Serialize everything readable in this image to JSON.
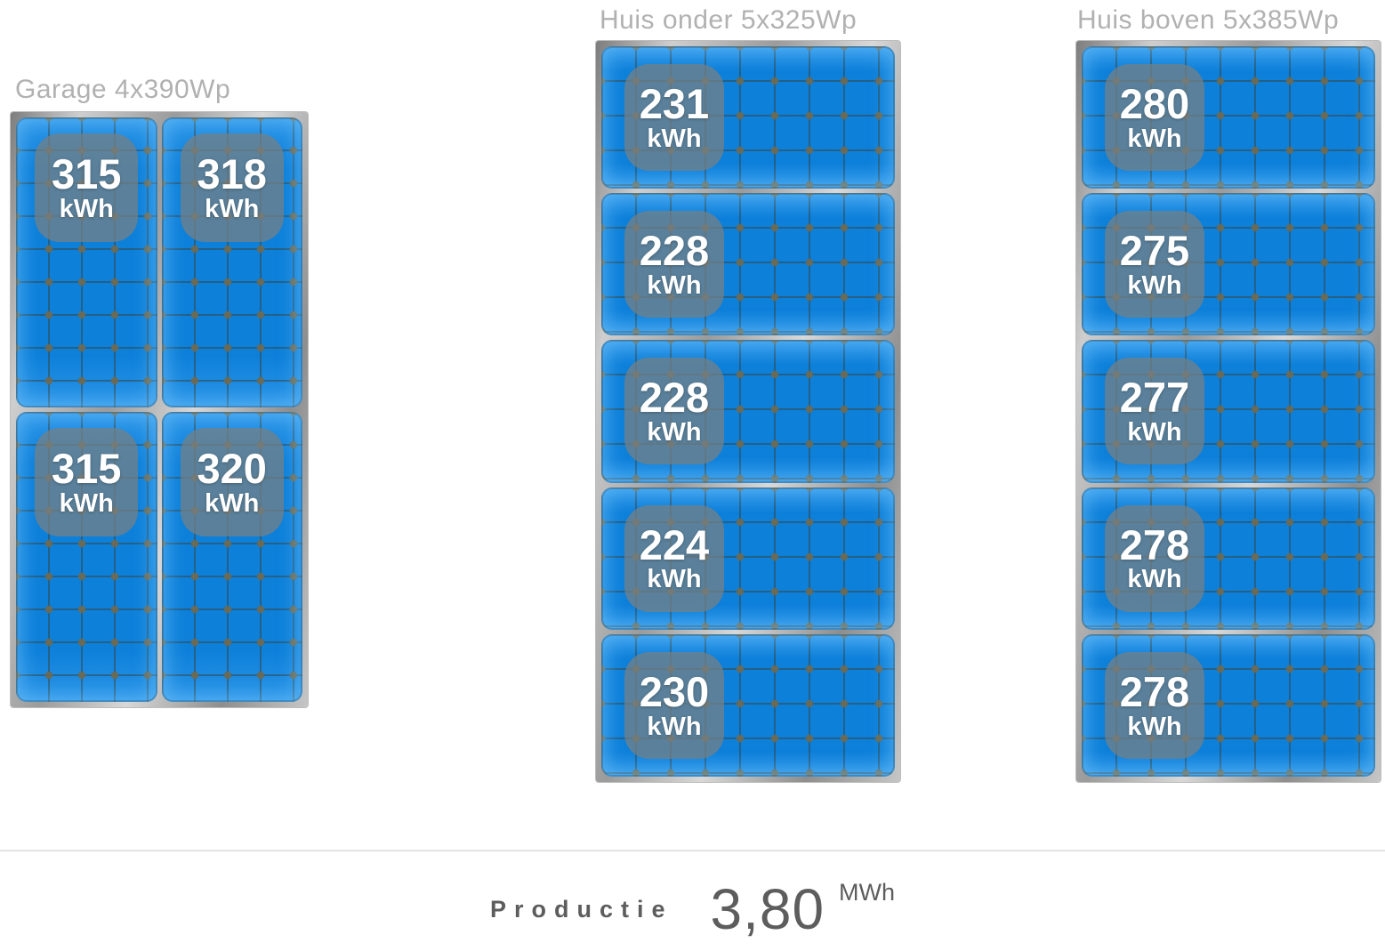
{
  "groups": {
    "garage": {
      "title": "Garage 4x390Wp",
      "panel_count": 4,
      "orientation": "portrait",
      "panels": [
        {
          "value": "315",
          "unit": "kWh"
        },
        {
          "value": "318",
          "unit": "kWh"
        },
        {
          "value": "315",
          "unit": "kWh"
        },
        {
          "value": "320",
          "unit": "kWh"
        }
      ]
    },
    "huis_onder": {
      "title": "Huis onder 5x325Wp",
      "panel_count": 5,
      "orientation": "landscape",
      "panels": [
        {
          "value": "231",
          "unit": "kWh"
        },
        {
          "value": "228",
          "unit": "kWh"
        },
        {
          "value": "228",
          "unit": "kWh"
        },
        {
          "value": "224",
          "unit": "kWh"
        },
        {
          "value": "230",
          "unit": "kWh"
        }
      ]
    },
    "huis_boven": {
      "title": "Huis boven 5x385Wp",
      "panel_count": 5,
      "orientation": "landscape",
      "panels": [
        {
          "value": "280",
          "unit": "kWh"
        },
        {
          "value": "275",
          "unit": "kWh"
        },
        {
          "value": "277",
          "unit": "kWh"
        },
        {
          "value": "278",
          "unit": "kWh"
        },
        {
          "value": "278",
          "unit": "kWh"
        }
      ]
    }
  },
  "summary": {
    "label": "Productie",
    "value": "3,80",
    "unit": "MWh"
  },
  "colors": {
    "panel_blue": "#0d80da",
    "panel_edge_glow": "#82cdff",
    "grid_line": "#3a423c",
    "grid_dot": "#6b6a55",
    "frame_metal": "#9b9b9b",
    "badge_overlay": "#5a809b",
    "title_gray": "#b1b1b1",
    "summary_text": "#5d5d5d",
    "background": "#ffffff"
  }
}
